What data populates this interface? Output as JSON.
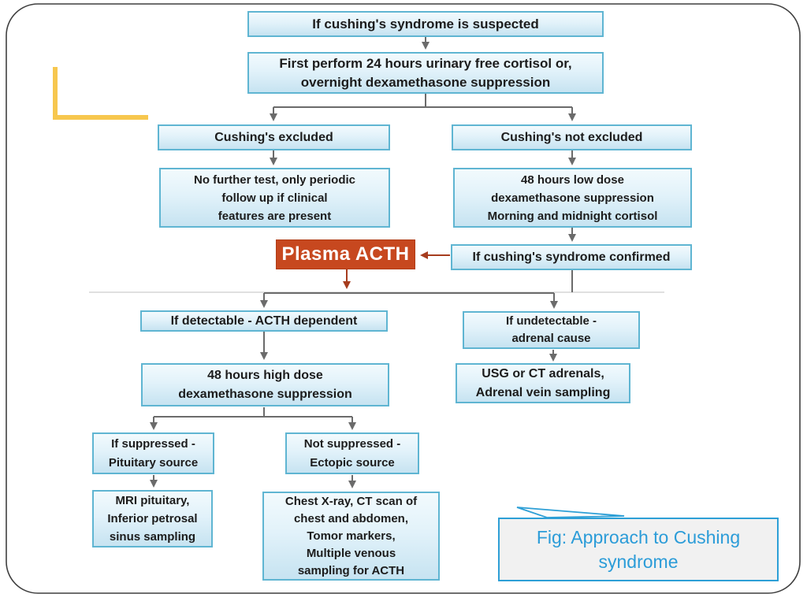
{
  "slide": {
    "caption": {
      "text": "Fig: Approach to Cushing\nsyndrome"
    },
    "colors": {
      "accent_yellow": "#f7c74e",
      "box_border_cyan": "#5fb5d2",
      "box_fill_light": "#e2f2fa",
      "highlight_red": "#c7481f",
      "arrow_gray": "#6b6b6b",
      "arrow_red": "#a63c1e",
      "caption_blue": "#2d9fd6",
      "slide_border": "#3f3f3f"
    }
  },
  "flowchart": {
    "nodes": {
      "suspected": {
        "text": "If cushing's syndrome is suspected"
      },
      "first_test": {
        "text": "First perform 24 hours urinary free cortisol or,\novernight dexamethasone suppression"
      },
      "excluded": {
        "text": "Cushing's excluded"
      },
      "not_excluded": {
        "text": "Cushing's not excluded"
      },
      "no_further": {
        "text": "No further test, only periodic\nfollow up if clinical\nfeatures are present"
      },
      "low_dose": {
        "text": "48 hours low dose\ndexamethasone suppression\nMorning and midnight cortisol"
      },
      "confirmed": {
        "text": "If cushing's syndrome confirmed"
      },
      "plasma_acth": {
        "text": "Plasma ACTH"
      },
      "detectable": {
        "text": "If detectable - ACTH dependent"
      },
      "high_dose": {
        "text": "48 hours high dose\ndexamethasone suppression"
      },
      "undetectable": {
        "text": "If undetectable -\nadrenal cause"
      },
      "usg_ct": {
        "text": "USG or CT adrenals,\nAdrenal vein sampling"
      },
      "suppressed": {
        "text": "If suppressed -\nPituitary source"
      },
      "not_suppressed": {
        "text": "Not suppressed -\nEctopic source"
      },
      "mri": {
        "text": "MRI pituitary,\nInferior petrosal\nsinus sampling"
      },
      "chest": {
        "text": "Chest X-ray, CT scan of\nchest and abdomen,\nTomor markers,\nMultiple venous\nsampling for ACTH"
      }
    }
  }
}
